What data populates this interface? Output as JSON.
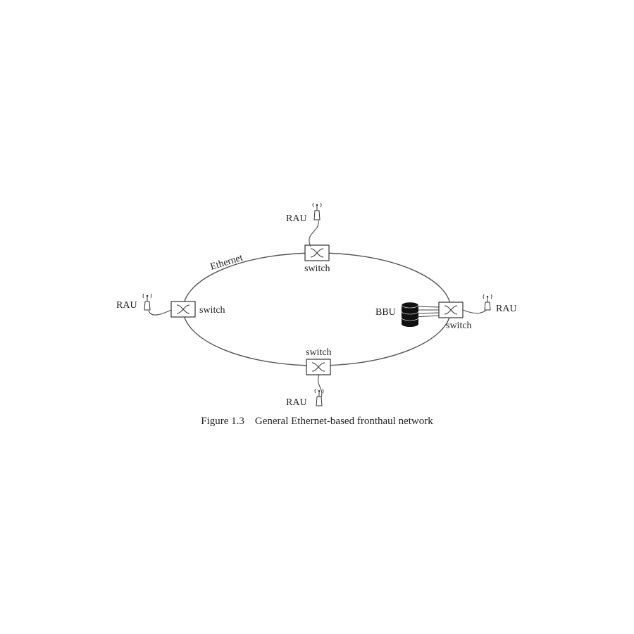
{
  "diagram": {
    "ring_label": "Ethernet",
    "switch_label": "switch",
    "rau_label": "RAU",
    "bbu_label": "BBU",
    "nodes": [
      {
        "id": "switch-top",
        "type": "switch",
        "label": "switch"
      },
      {
        "id": "switch-left",
        "type": "switch",
        "label": "switch"
      },
      {
        "id": "switch-right",
        "type": "switch",
        "label": "switch"
      },
      {
        "id": "switch-bottom",
        "type": "switch",
        "label": "switch"
      },
      {
        "id": "rau-top",
        "type": "RAU",
        "label": "RAU"
      },
      {
        "id": "rau-left",
        "type": "RAU",
        "label": "RAU"
      },
      {
        "id": "rau-right",
        "type": "RAU",
        "label": "RAU"
      },
      {
        "id": "rau-bottom",
        "type": "RAU",
        "label": "RAU"
      },
      {
        "id": "bbu",
        "type": "BBU",
        "label": "BBU"
      }
    ],
    "edges": [
      [
        "rau-top",
        "switch-top"
      ],
      [
        "rau-left",
        "switch-left"
      ],
      [
        "rau-right",
        "switch-right"
      ],
      [
        "rau-bottom",
        "switch-bottom"
      ],
      [
        "bbu",
        "switch-right"
      ]
    ]
  },
  "caption": {
    "text": "Figure 1.3    General Ethernet-based fronthaul network"
  }
}
